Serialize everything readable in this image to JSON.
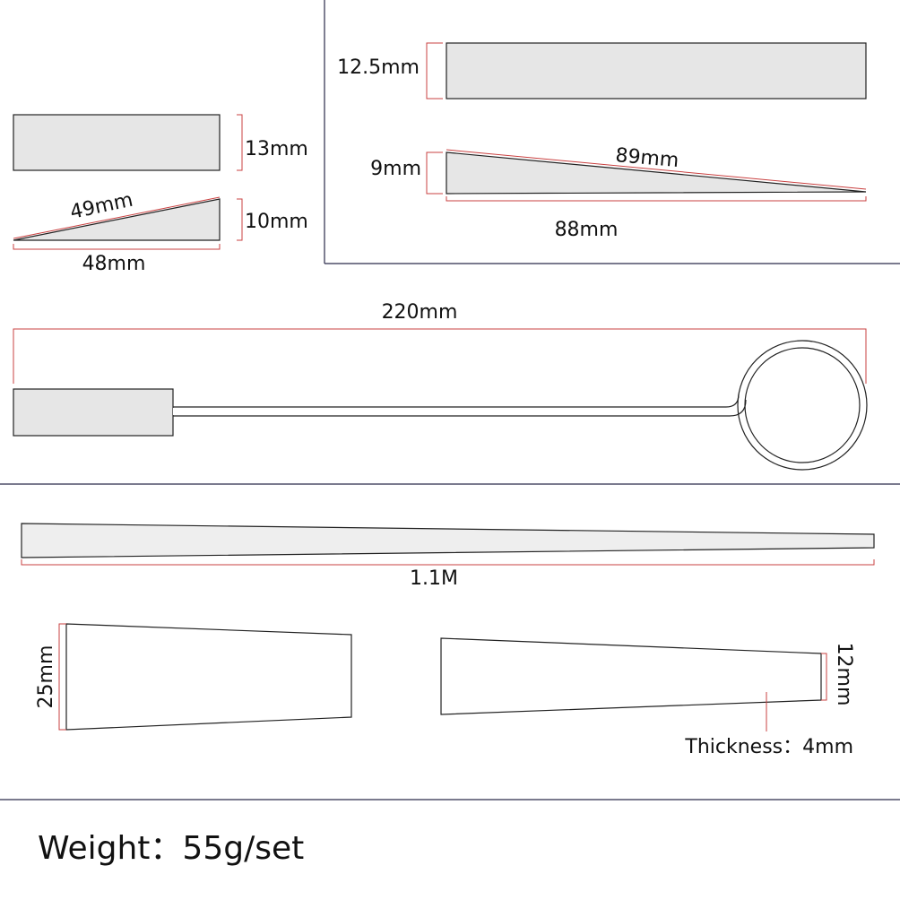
{
  "colors": {
    "background": "#ffffff",
    "part_fill": "#e6e6e6",
    "outline": "#222222",
    "dimension_line": "#c94040",
    "divider": "#2b2b4a",
    "text": "#111111"
  },
  "small_wedge": {
    "height_top": "13mm",
    "hypotenuse": "49mm",
    "height_side": "10mm",
    "length": "48mm"
  },
  "large_wedge": {
    "height_top": "12.5mm",
    "height_side": "9mm",
    "hypotenuse": "89mm",
    "length": "88mm"
  },
  "hook_tool": {
    "length": "220mm"
  },
  "strip": {
    "length": "1.1M",
    "wide_end": "25mm",
    "narrow_end": "12mm",
    "thickness": "Thickness：4mm"
  },
  "footer": {
    "weight": "Weight：55g/set"
  }
}
